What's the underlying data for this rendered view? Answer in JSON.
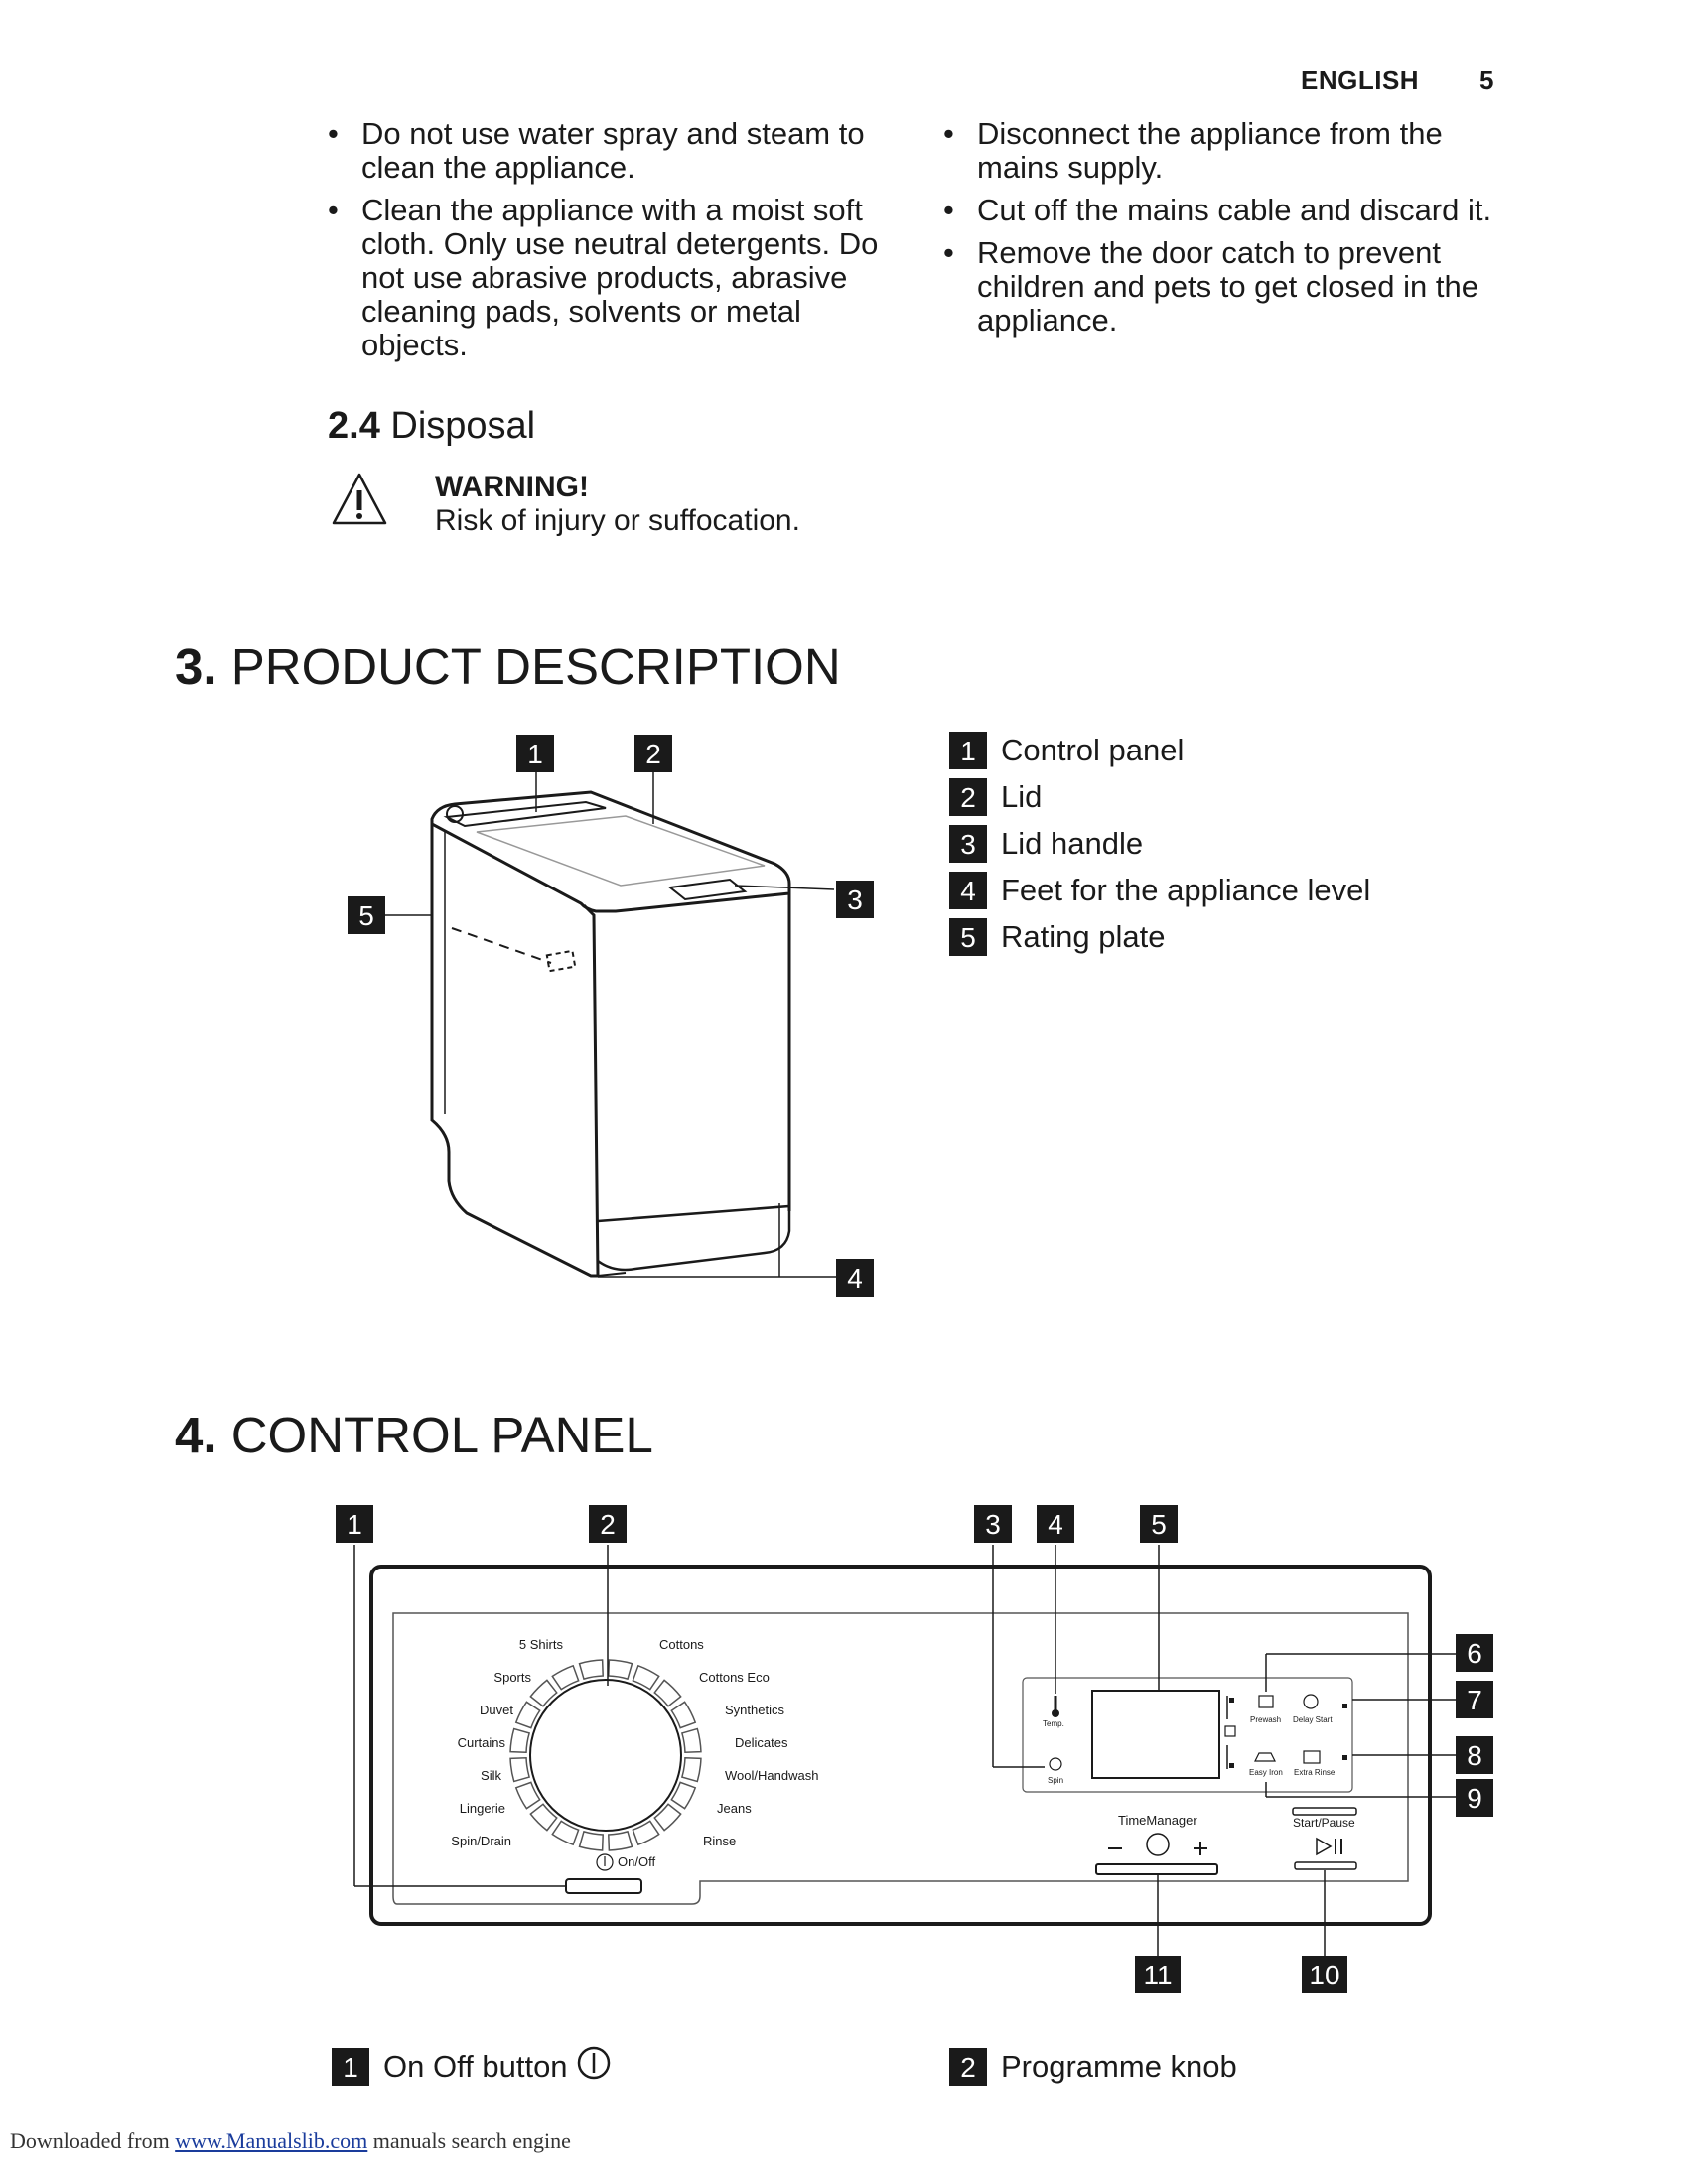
{
  "header": {
    "language": "ENGLISH",
    "page_number": "5"
  },
  "bullets_left": [
    "Do not use water spray and steam to clean the appliance.",
    "Clean the appliance with a moist soft cloth. Only use neutral detergents. Do not use abrasive products, abrasive cleaning pads, solvents or metal objects."
  ],
  "bullets_right": [
    "Disconnect the appliance from the mains supply.",
    "Cut off the mains cable and discard it.",
    "Remove the door catch to prevent children and pets to get closed in the appliance."
  ],
  "disposal": {
    "number": "2.4",
    "title": "Disposal",
    "warning_title": "WARNING!",
    "warning_text": "Risk of injury or suffocation.",
    "icon": "warning-triangle-icon"
  },
  "section3": {
    "number": "3.",
    "title": "PRODUCT DESCRIPTION",
    "legend": [
      {
        "num": "1",
        "label": "Control panel"
      },
      {
        "num": "2",
        "label": "Lid"
      },
      {
        "num": "3",
        "label": "Lid handle"
      },
      {
        "num": "4",
        "label": "Feet for the appliance level"
      },
      {
        "num": "5",
        "label": "Rating plate"
      }
    ],
    "callouts": [
      "1",
      "2",
      "3",
      "4",
      "5"
    ]
  },
  "section4": {
    "number": "4.",
    "title": "CONTROL PANEL",
    "callouts": [
      "1",
      "2",
      "3",
      "4",
      "5",
      "6",
      "7",
      "8",
      "9",
      "10",
      "11"
    ],
    "programmes_left": [
      "5 Shirts",
      "Sports",
      "Duvet",
      "Curtains",
      "Silk",
      "Lingerie",
      "Spin/Drain"
    ],
    "programmes_right": [
      "Cottons",
      "Cottons Eco",
      "Synthetics",
      "Delicates",
      "Wool/Handwash",
      "Jeans",
      "Rinse"
    ],
    "on_off_label": "On/Off",
    "temp_label": "Temp.",
    "spin_label": "Spin",
    "prewash_label": "Prewash",
    "delay_label": "Delay Start",
    "easy_iron_label": "Easy Iron",
    "extra_rinse_label": "Extra Rinse",
    "time_manager_label": "TimeManager",
    "start_pause_label": "Start/Pause",
    "legend": [
      {
        "num": "1",
        "label": "On Off button"
      },
      {
        "num": "2",
        "label": "Programme knob"
      }
    ]
  },
  "footer": {
    "prefix": "Downloaded from ",
    "link": "www.Manualslib.com",
    "suffix": "  manuals search engine"
  }
}
